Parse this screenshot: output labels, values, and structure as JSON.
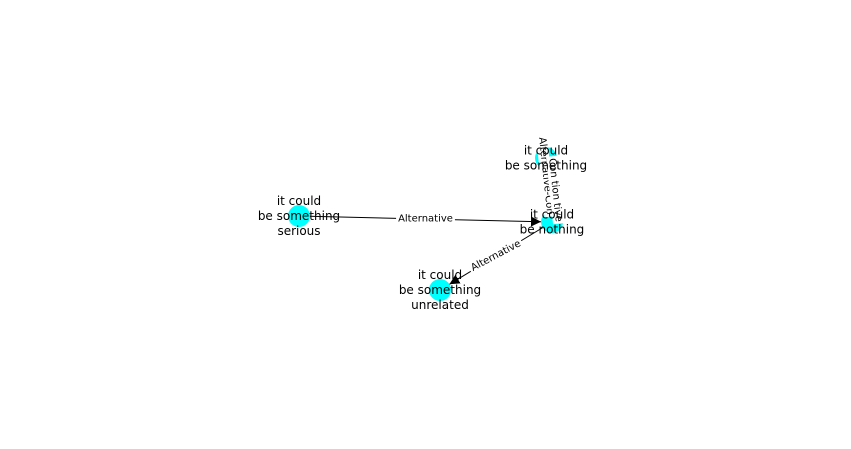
{
  "colors": {
    "node_fill": "#00ffff",
    "edge": "#000000",
    "label_bg": "#ffffff"
  },
  "nodes": [
    {
      "id": "nothing",
      "lines": [
        "it could",
        "be nothing"
      ]
    },
    {
      "id": "something",
      "lines": [
        "it could",
        "be something"
      ]
    },
    {
      "id": "serious",
      "lines": [
        "it could",
        "be something",
        "serious"
      ]
    },
    {
      "id": "unrelated",
      "lines": [
        "it could",
        "be something",
        "unrelated"
      ]
    }
  ],
  "edges": [
    {
      "source": "serious",
      "target": "nothing",
      "label": "Alternative",
      "arrow": "target"
    },
    {
      "source": "nothing",
      "target": "unrelated",
      "label": "Alternative",
      "arrow": "target"
    },
    {
      "source": "nothing",
      "target": "something",
      "label": "Alternative-Con",
      "arrow": "none"
    },
    {
      "source": "something",
      "target": "nothing",
      "label": "Con    tion tive",
      "arrow": "none"
    }
  ]
}
